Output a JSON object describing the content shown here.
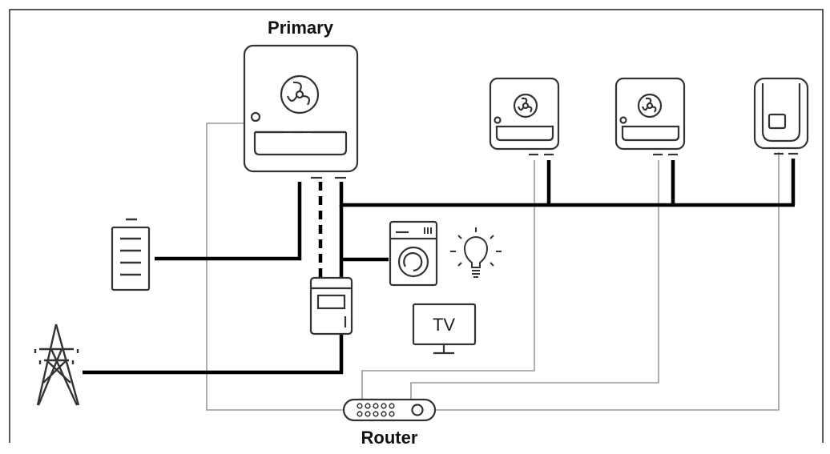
{
  "labels": {
    "primary": "Primary",
    "router": "Router",
    "tv": "TV"
  },
  "colors": {
    "power_line": "#000000",
    "data_line": "#999999",
    "device_outline": "#333333",
    "frame": "#222222"
  },
  "icons": [
    "inverter-icon",
    "battery-icon",
    "energy-meter-icon",
    "power-pylon-icon",
    "washing-machine-icon",
    "light-bulb-icon",
    "tv-icon",
    "router-icon",
    "fan-icon"
  ]
}
